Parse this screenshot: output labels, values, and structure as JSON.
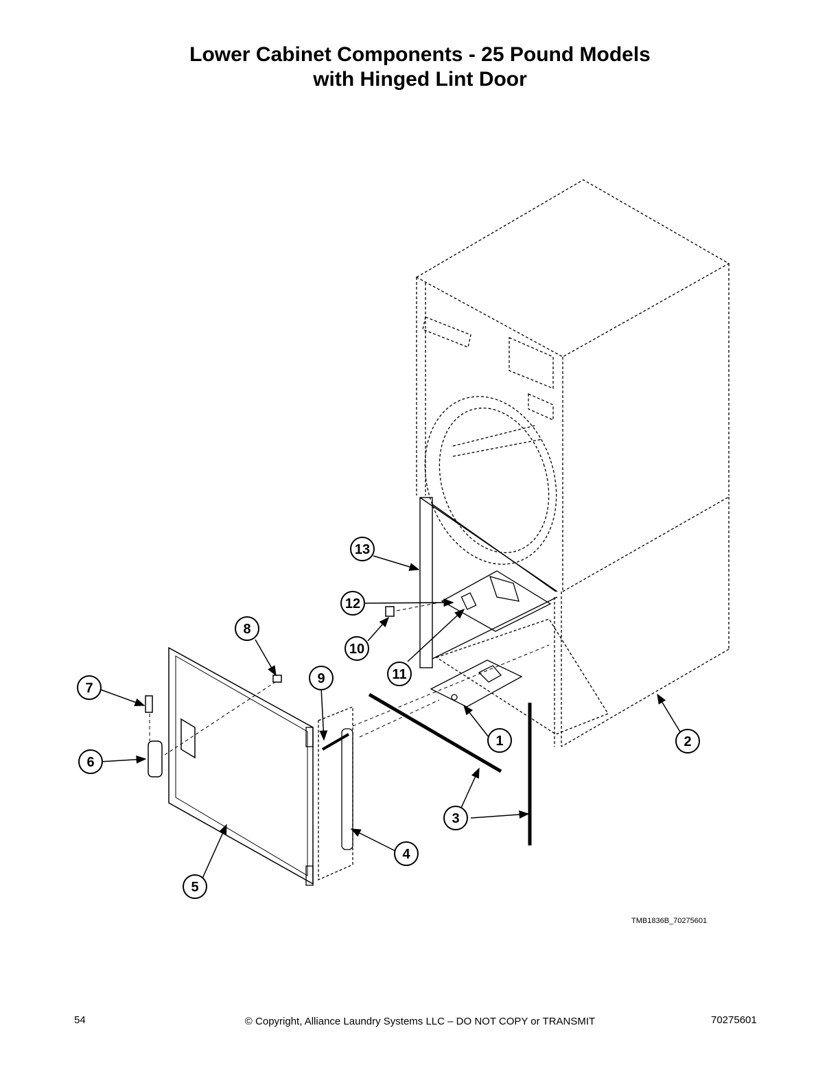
{
  "header": {
    "title_line1": "Lower Cabinet Components - 25 Pound Models",
    "title_line2": "with Hinged Lint Door"
  },
  "diagram": {
    "callouts": [
      "1",
      "2",
      "3",
      "4",
      "5",
      "6",
      "7",
      "8",
      "9",
      "10",
      "11",
      "12",
      "13"
    ],
    "drawing_ref": "TMB1836B_70275601"
  },
  "footer": {
    "page_number": "54",
    "copyright": "© Copyright, Alliance Laundry Systems LLC – DO NOT COPY or TRANSMIT",
    "doc_number": "70275601"
  }
}
